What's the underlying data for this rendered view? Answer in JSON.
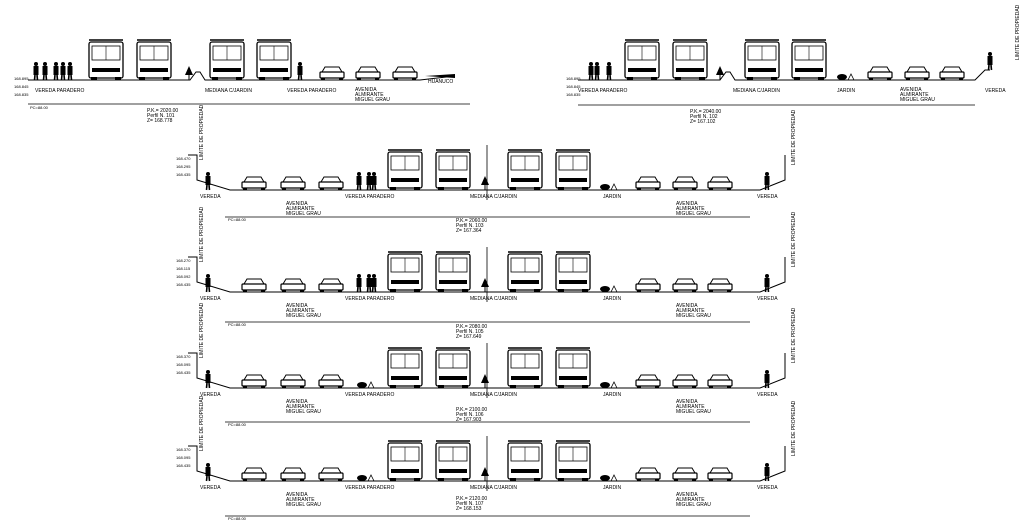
{
  "labels": {
    "vereda_paradero": "VEREDA PARADERO",
    "vereda": "VEREDA",
    "mediana": "MEDIANA C/JARDIN",
    "jardin": "JARDIN",
    "avenida": [
      "AVENIDA",
      "ALMIRANTE",
      "MIGUEL GRAU"
    ],
    "limite": "LIMITE DE PROPIEDAD",
    "huanuco": "HUANUCO",
    "pc": "PC=88.00"
  },
  "sections": [
    {
      "id": "section-2020",
      "pk": "P.K.= 2020.00",
      "perfil": "Perfil N. 101",
      "z": "Z= 168.778",
      "levels": [
        "168.895",
        "168.845",
        "168.835"
      ]
    },
    {
      "id": "section-2040",
      "pk": "P.K.= 2040.00",
      "perfil": "Perfil N. 102",
      "z": "Z= 167.102",
      "levels": [
        "168.895",
        "168.845",
        "168.835"
      ]
    },
    {
      "id": "section-2060",
      "pk": "P.K.= 2060.00",
      "perfil": "Perfil N. 103",
      "z": "Z= 167.364",
      "levels": [
        "168.470",
        "168.295",
        "168.435"
      ]
    },
    {
      "id": "section-2080",
      "pk": "P.K.= 2080.00",
      "perfil": "Perfil N. 105",
      "z": "Z= 167.649",
      "levels": [
        "168.270",
        "168.115",
        "168.092",
        "168.435"
      ]
    },
    {
      "id": "section-2100",
      "pk": "P.K.= 2100.00",
      "perfil": "Perfil N. 106",
      "z": "Z= 167.903",
      "levels": [
        "168.370",
        "168.095",
        "168.435"
      ]
    },
    {
      "id": "section-2120",
      "pk": "P.K.= 2120.00",
      "perfil": "Perfil N. 107",
      "z": "Z= 168.153",
      "levels": [
        "168.370",
        "168.095",
        "168.435"
      ]
    }
  ]
}
